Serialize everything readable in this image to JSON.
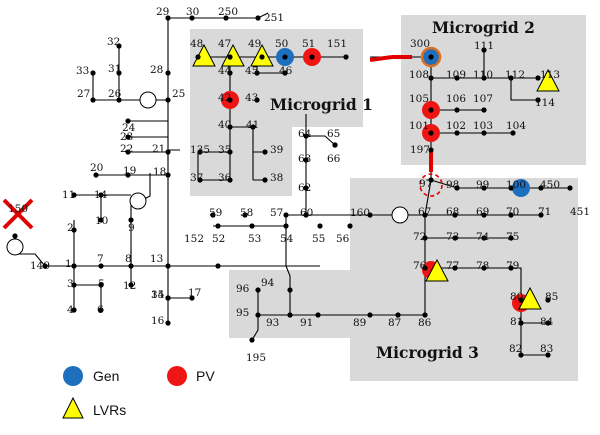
{
  "microgrids": [
    {
      "id": "mg1",
      "label": "Microgrid 1"
    },
    {
      "id": "mg2",
      "label": "Microgrid 2"
    },
    {
      "id": "mg3",
      "label": "Microgrid 3"
    }
  ],
  "legend": {
    "gen": {
      "label": "Gen",
      "color": "#1f6fbf"
    },
    "pv": {
      "label": "PV",
      "color": "#f01515"
    },
    "lvr": {
      "label": "LVRs",
      "color": "#ffff00"
    }
  },
  "colors": {
    "microgrid_fill": "#d9d9d9",
    "switch_line": "#e00000",
    "fault_mark": "#e00000",
    "gen_outline": "#e07020"
  },
  "nodes": [
    "29",
    "30",
    "250",
    "251",
    "32",
    "31",
    "33",
    "27",
    "26",
    "28",
    "25",
    "24",
    "23",
    "22",
    "21",
    "20",
    "19",
    "18",
    "11",
    "14",
    "10",
    "9",
    "2",
    "1",
    "7",
    "8",
    "3",
    "5",
    "4",
    "6",
    "12",
    "13",
    "152",
    "52",
    "53",
    "54",
    "55",
    "56",
    "59",
    "58",
    "57",
    "60",
    "160",
    "34",
    "15",
    "17",
    "16",
    "48",
    "47",
    "49",
    "50",
    "51",
    "151",
    "44",
    "45",
    "46",
    "42",
    "43",
    "40",
    "41",
    "135",
    "35",
    "39",
    "37",
    "36",
    "38",
    "64",
    "65",
    "63",
    "66",
    "62",
    "300",
    "111",
    "108",
    "109",
    "110",
    "112",
    "113",
    "114",
    "105",
    "106",
    "107",
    "101",
    "102",
    "103",
    "104",
    "197",
    "97",
    "98",
    "99",
    "100",
    "450",
    "451",
    "67",
    "68",
    "69",
    "70",
    "71",
    "72",
    "73",
    "74",
    "75",
    "76",
    "77",
    "78",
    "79",
    "80",
    "85",
    "81",
    "84",
    "82",
    "83",
    "96",
    "94",
    "95",
    "93",
    "91",
    "89",
    "87",
    "86",
    "195",
    "149",
    "150"
  ]
}
